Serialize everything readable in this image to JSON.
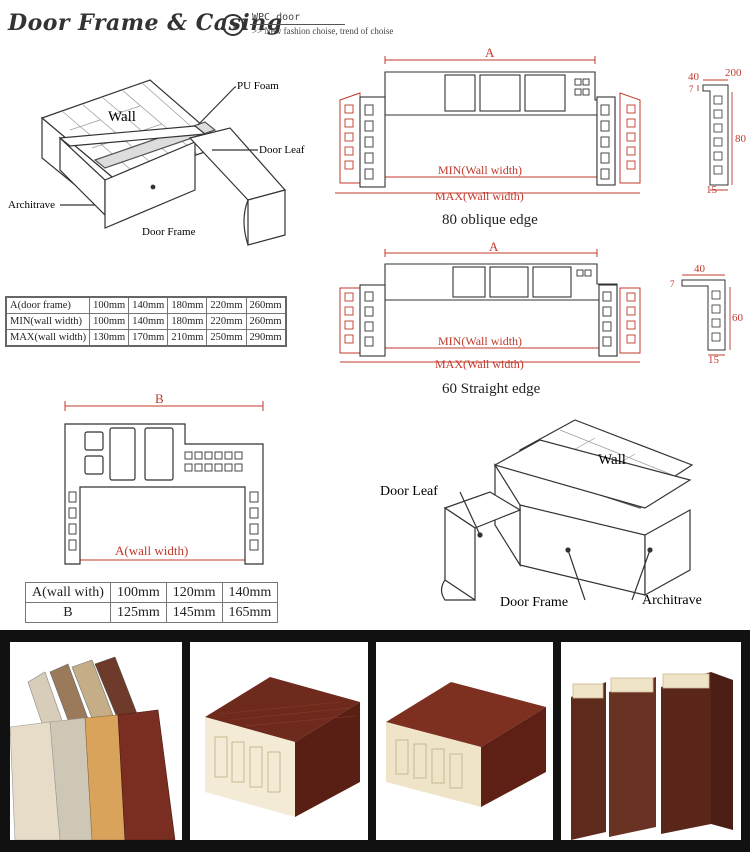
{
  "header": {
    "title": "Door Frame & Casing",
    "subtitle_top": "WPC door",
    "subtitle_bottom": ">>  New fashion choise, trend of choise"
  },
  "diagram_top_left": {
    "wall": "Wall",
    "pu_foam": "PU Foam",
    "door_leaf": "Door Leaf",
    "architrave": "Architrave",
    "door_frame": "Door Frame"
  },
  "profile_80": {
    "a": "A",
    "min": "MIN(Wall width)",
    "max": "MAX(Wall width)",
    "caption": "80 oblique edge",
    "dim_40": "40",
    "dim_200": "200",
    "dim_7": "7",
    "dim_80": "80",
    "dim_15": "15"
  },
  "profile_60": {
    "a": "A",
    "min": "MIN(Wall width)",
    "max": "MAX(Wall width)",
    "caption": "60 Straight edge",
    "dim_40": "40",
    "dim_7": "7",
    "dim_60": "60",
    "dim_15": "15"
  },
  "table1": {
    "rows": [
      [
        "A(door frame)",
        "100mm",
        "140mm",
        "180mm",
        "220mm",
        "260mm"
      ],
      [
        "MIN(wall width)",
        "100mm",
        "140mm",
        "180mm",
        "220mm",
        "260mm"
      ],
      [
        "MAX(wall width)",
        "130mm",
        "170mm",
        "210mm",
        "250mm",
        "290mm"
      ]
    ]
  },
  "profile_b": {
    "b": "B",
    "a": "A(wall width)"
  },
  "table2": {
    "rows": [
      [
        "A(wall with)",
        "100mm",
        "120mm",
        "140mm"
      ],
      [
        "B",
        "125mm",
        "145mm",
        "165mm"
      ]
    ]
  },
  "diagram_bottom_right": {
    "wall": "Wall",
    "door_leaf": "Door Leaf",
    "door_frame": "Door Frame",
    "architrave": "Architrave"
  },
  "colors": {
    "dim_red": "#c0392b",
    "line": "#333333"
  }
}
